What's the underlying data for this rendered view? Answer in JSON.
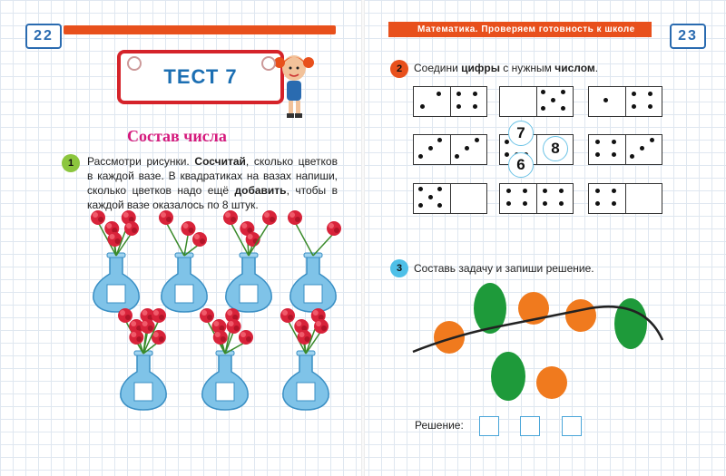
{
  "left_page": {
    "page_number": "22",
    "test_label": "ТЕСТ 7",
    "section_title": "Состав числа",
    "task1": {
      "number": "1",
      "t1": "Рассмотри рисунки. ",
      "b1": "Сосчитай",
      "t2": ", сколько цвет­ков в каждой вазе. В квадратиках на вазах напиши, сколько цветков надо ещё ",
      "b2": "добавить",
      "t3": ", чтобы в каждой вазе оказалось по 8 штук."
    },
    "vases": [
      {
        "flowers": 5
      },
      {
        "flowers": 3
      },
      {
        "flowers": 4
      },
      {
        "flowers": 2
      },
      {
        "flowers": 7
      },
      {
        "flowers": 6
      },
      {
        "flowers": 5
      }
    ]
  },
  "right_page": {
    "page_number": "23",
    "header": "Математика. Проверяем готовность к школе",
    "task2": {
      "number": "2",
      "t1": "Соедини ",
      "b1": "цифры",
      "t2": " с нужным ",
      "b2": "числом",
      "t3": "."
    },
    "numbers": [
      "7",
      "8",
      "6"
    ],
    "dominoes": [
      [
        2,
        4
      ],
      [
        0,
        5
      ],
      [
        1,
        4
      ],
      [
        3,
        3
      ],
      [
        6,
        0
      ],
      [
        4,
        3
      ],
      [
        5,
        0
      ],
      [
        4,
        4
      ],
      [
        4,
        0
      ]
    ],
    "task3": {
      "number": "3",
      "text": "Составь задачу и запиши решение."
    },
    "shapes": {
      "colors": {
        "orange": "#f07a1e",
        "green": "#1e9a3a"
      },
      "above": [
        "orange",
        "green",
        "orange",
        "orange",
        "green"
      ],
      "below": [
        "green",
        "orange"
      ]
    },
    "solution_label": "Решение:"
  },
  "colors": {
    "badge1": "#8cc63e",
    "badge2": "#e8501c",
    "badge3": "#4ec0e8",
    "frame": "#d5232a",
    "title": "#d5197c"
  }
}
